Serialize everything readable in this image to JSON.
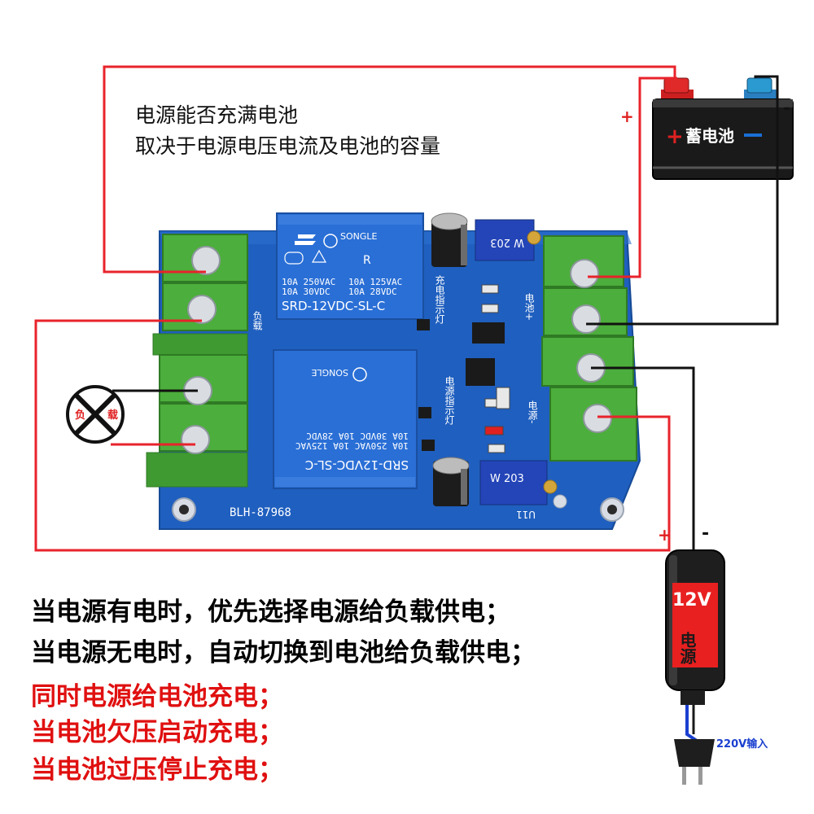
{
  "top_note": {
    "line1": "电源能否充满电池",
    "line2": "取决于电源电压电流及电池的容量"
  },
  "battery": {
    "plus_symbol": "+",
    "minus_symbol": "-",
    "label": "蓄电池",
    "terminal_plus": "+",
    "terminal_minus": "-"
  },
  "board": {
    "relay_top": {
      "brand": "SONGLE",
      "rating_left_1": "10A 250VAC",
      "rating_right_1": "10A 125VAC",
      "rating_left_2": "10A 30VDC",
      "rating_right_2": "10A 28VDC",
      "model": "SRD-12VDC-SL-C"
    },
    "relay_bottom": {
      "brand": "SONGLE",
      "model": "SRD-12VDC-SL-C"
    },
    "pot_label": "W 203",
    "pcb_label": "BLH-87968",
    "u_label": "U11",
    "silk_charge_indicator": "充电指示灯",
    "silk_power_indicator": "电源指示灯",
    "silk_battery_plus": "电池+",
    "silk_power_minus": "电源-",
    "silk_load": "负载"
  },
  "load": {
    "left": "负",
    "right": "载"
  },
  "power_supply": {
    "voltage": "12V",
    "label": "电源",
    "plus_symbol": "+",
    "minus_symbol": "-",
    "input_label": "220V输入"
  },
  "description": {
    "line1": "当电源有电时，优先选择电源给负载供电；",
    "line2": "当电源无电时，自动切换到电池给负载供电；",
    "line3": "同时电源给电池充电；",
    "line4": "当电池欠压启动充电；",
    "line5": "当电池过压停止充电；"
  },
  "colors": {
    "wire_red": "#e8232b",
    "wire_black": "#111111",
    "pcb_blue": "#1f5fbf",
    "terminal_green": "#4cae3c",
    "relay_blue": "#2a6fd6",
    "text_red": "#e01010"
  }
}
